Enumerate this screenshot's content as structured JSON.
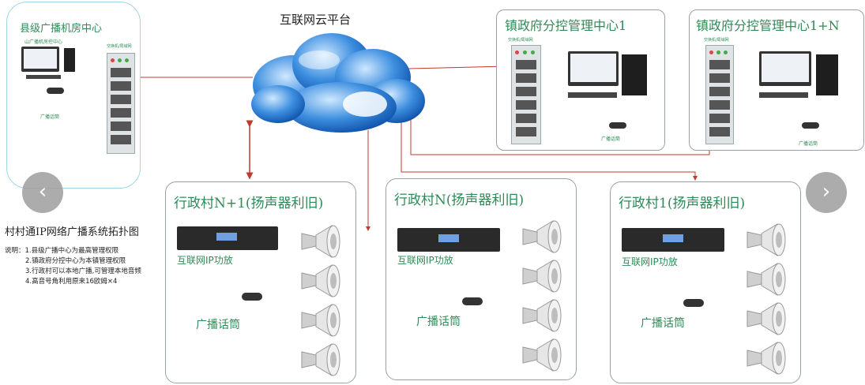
{
  "cloud": {
    "label": "互联网云平台"
  },
  "county": {
    "title": "县级广播机房中心",
    "screen_caption": "山广播机房控中心",
    "switch_label": "交换机/局域网",
    "mic_label": "广播话筒"
  },
  "town1": {
    "title": "镇政府分控管理中心1",
    "switch_label": "交换机/局域网",
    "mic_label": "广播话筒"
  },
  "townN": {
    "title": "镇政府分控管理中心1+N",
    "switch_label": "交换机/局域网",
    "mic_label": "广播话筒"
  },
  "villages": [
    {
      "title": "行政村N+1(扬声器利旧)",
      "amp_label": "互联网IP功放",
      "mic_label": "广播话筒"
    },
    {
      "title": "行政村N(扬声器利旧)",
      "amp_label": "互联网IP功放",
      "mic_label": "广播话筒"
    },
    {
      "title": "行政村1(扬声器利旧)",
      "amp_label": "互联网IP功放",
      "mic_label": "广播话筒"
    }
  ],
  "side": {
    "heading": "村村通IP网络广播系统拓扑图",
    "notes": [
      "说明：1.县级广播中心为最高管理权限",
      "2.镇政府分控中心为本镇管理权限",
      "3.行政村可以本地广播,可管理本地音频",
      "4.高音号角利用原来16欧姆×4"
    ]
  },
  "nav": {
    "prev_icon": "chevron-left-icon",
    "next_icon": "chevron-right-icon",
    "prev_glyph": "‹",
    "next_glyph": "›"
  },
  "colors": {
    "title_green": "#2e8b57",
    "link_red": "#c0392b",
    "link_green": "#2e8b57",
    "cloud_blue": "#2a7fd4"
  }
}
